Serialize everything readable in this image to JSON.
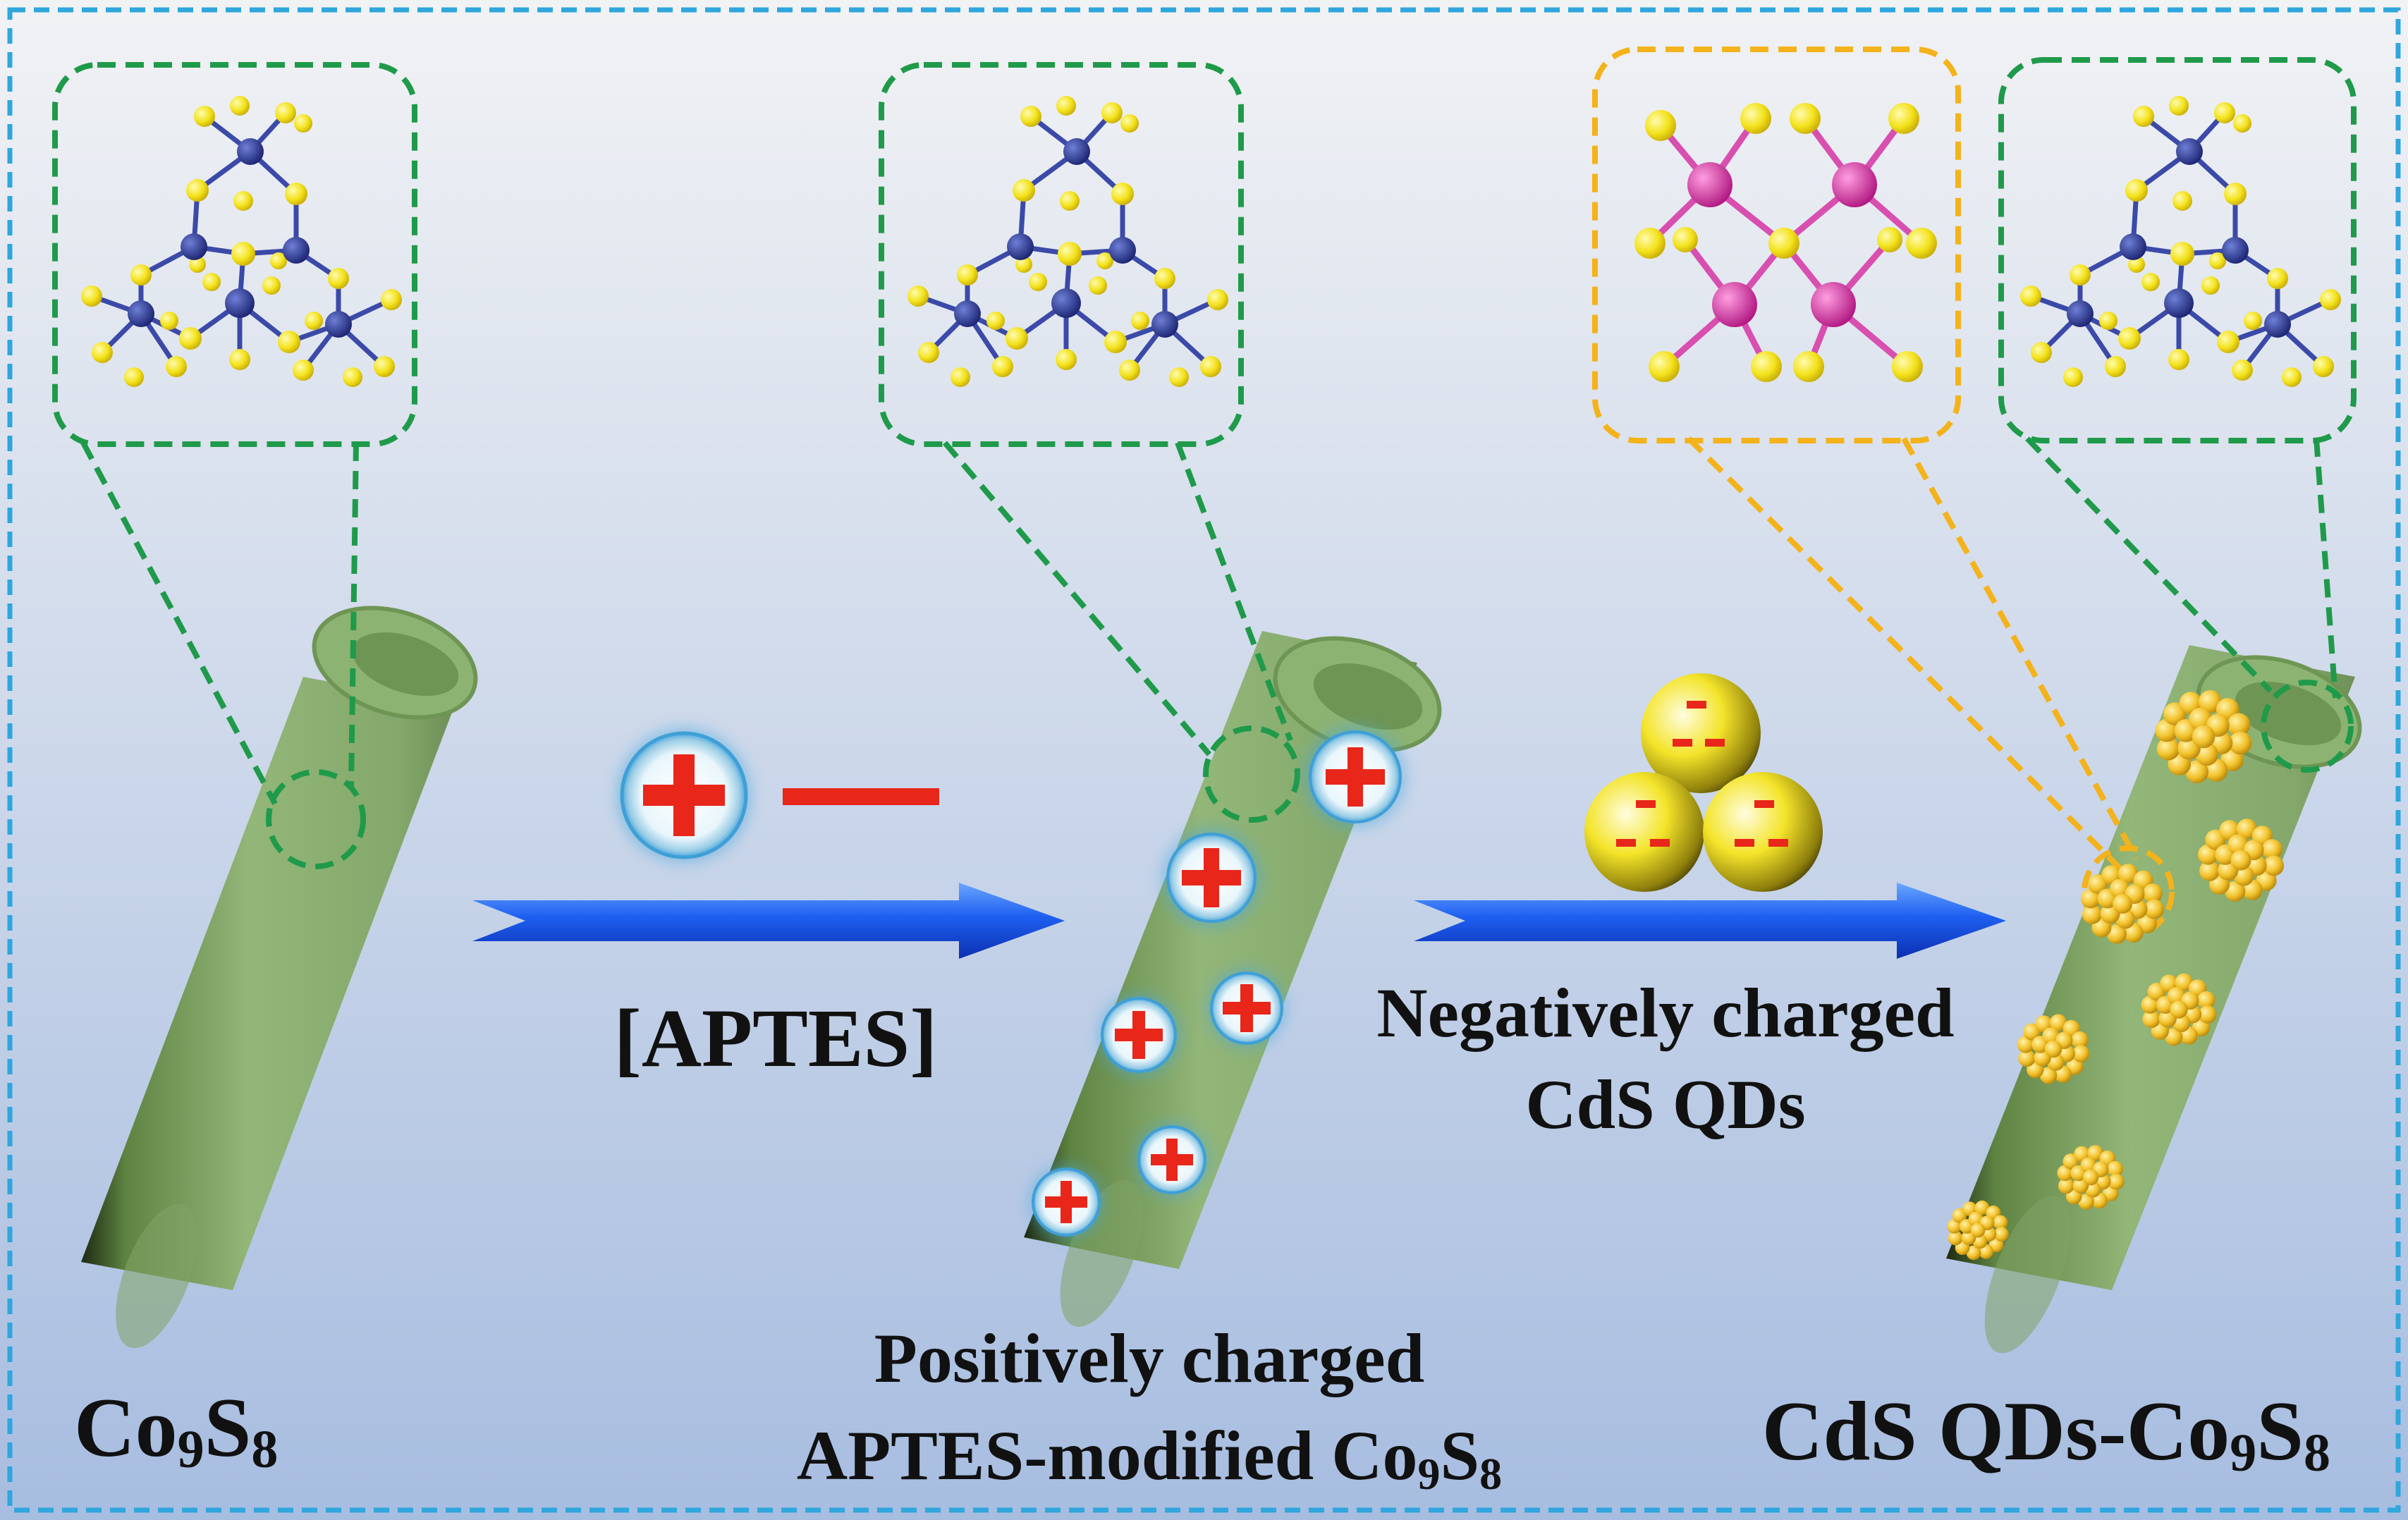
{
  "colors": {
    "background_top": "#eef0f3",
    "background_bottom": "#a9bfe1",
    "outer_border": "#2fa6dd",
    "tube_body": "#88ad6e",
    "tube_inner": "#6f9555",
    "zoom_outline_green": "#1f9a4a",
    "zoom_outline_orange": "#f4b21b",
    "atom_cobalt": "#24307f",
    "atom_sulfur": "#f3e21b",
    "atom_cadmium": "#d3289d",
    "arrow_blue": "#1450e6",
    "charge_red": "#e8261a",
    "qd_gold": "#f2c12a"
  },
  "labels": {
    "aptes_label": "[APTES]",
    "co9s8_base": "Co",
    "co9s8_sub1": "9",
    "co9s8_s": "S",
    "co9s8_sub2": "8",
    "positive_line1": "Positively charged",
    "positive_line2_prefix": "APTES-modified Co",
    "positive_line2_sub1": "9",
    "positive_line2_s": "S",
    "positive_line2_sub2": "8",
    "negative_line1": "Negatively charged",
    "negative_line2": "CdS QDs",
    "final_prefix": "CdS QDs-Co",
    "final_sub1": "9",
    "final_s": "S",
    "final_sub2": "8"
  },
  "icons": {
    "positive_charge": "plus-sign",
    "negative_charge": "minus-sign",
    "process_arrow": "right-arrow"
  },
  "stages": [
    "co9s8-nanotube",
    "aptes-modified-nanotube",
    "cds-qds-co9s8-nanotube"
  ]
}
